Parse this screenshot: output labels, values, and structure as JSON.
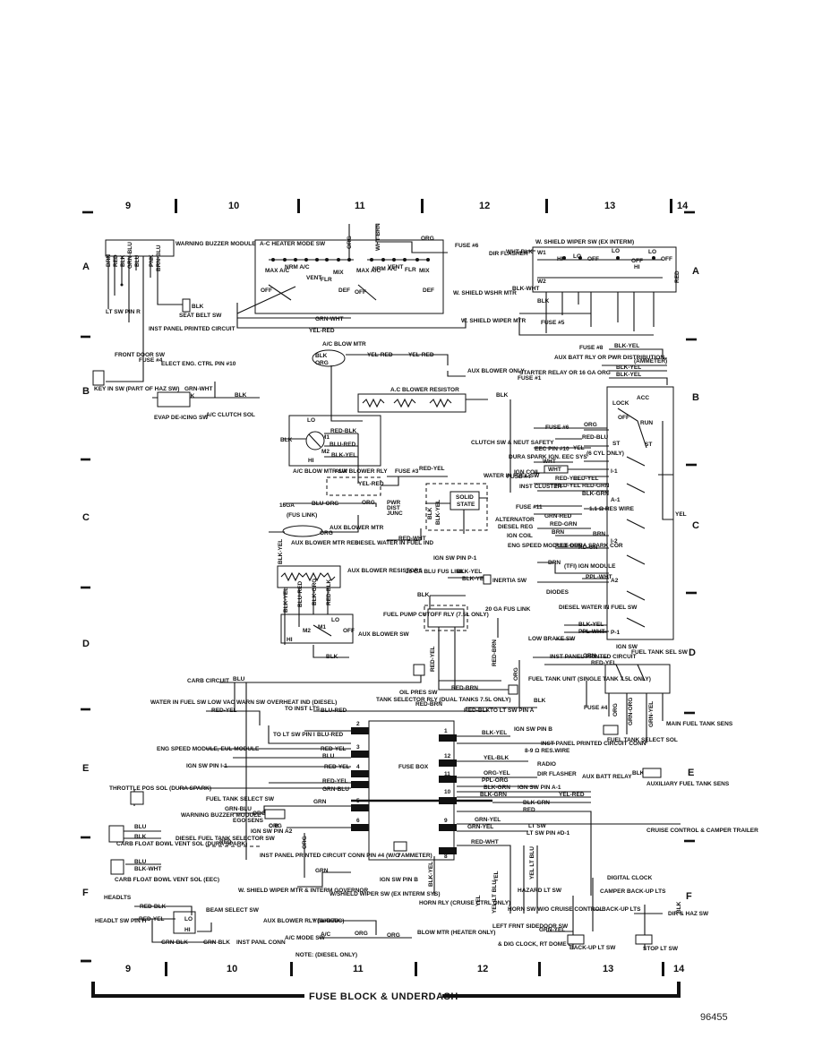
{
  "diagram": {
    "footer_title": "FUSE BLOCK & UNDERDASH",
    "figure_number": "96455",
    "note": "NOTE: (DIESEL ONLY)",
    "zones_top": [
      "9",
      "10",
      "11",
      "12",
      "13",
      "14"
    ],
    "zones_bottom": [
      "9",
      "10",
      "11",
      "12",
      "13",
      "14"
    ],
    "rows_left": [
      "A",
      "B",
      "C",
      "D",
      "E",
      "F"
    ],
    "rows_right": [
      "A",
      "B",
      "C",
      "D",
      "E",
      "F"
    ],
    "labels": {
      "warning_buzzer": "WARNING BUZZER MODULE",
      "ac_heater_mode": "A-C HEATER MODE SW",
      "wht_brn": "WHT-BRN",
      "org": "ORG",
      "fuse6": "FUSE #6",
      "wiper_sw": "W. SHIELD WIPER SW   (EX INTERM)",
      "dir_flasher": "DIR FLASHER",
      "wht_blk": "WHT-BLK",
      "washer_mtr": "W. SHIELD WSHR MTR",
      "wiper_mtr": "W. SHIELD WIPER MTR",
      "fuse5": "FUSE #5",
      "max_ac": "MAX A/C",
      "vent": "VENT",
      "flr": "FLR",
      "mix": "MIX",
      "def": "DEF",
      "off": "OFF",
      "nrm_ac": "NRM A/C",
      "grn_wht": "GRN-WHT",
      "yel_red": "YEL-RED",
      "lt_sw_pin_r": "LT SW PIN R",
      "seat_belt_sw": "SEAT BELT SW",
      "inst_panel_circuit": "INST PANEL PRINTED CIRCUIT",
      "front_door_sw": "FRONT DOOR SW",
      "key_in_sw": "KEY IN SW (PART OF HAZ SW)",
      "fuse4": "FUSE #4",
      "elect_eng_ctrl": "ELECT ENG. CTRL PIN #10",
      "blk": "BLK",
      "evap_deicing": "EVAP DE-ICING SW",
      "ac_clutch_sol": "A/C CLUTCH SOL",
      "ac_blow_mtr": "A/C BLOW MTR",
      "aux_blower_only": "AUX BLOWER ONLY",
      "ac_blower_resistor": "A.C BLOWER RESISTOR",
      "fuse8": "FUSE #8",
      "blk_yel": "BLK-YEL",
      "aux_batt_rly": "AUX BATT RLY OR PWR DISTRIBUTION",
      "ammeter": "(AMMETER)",
      "starter_relay": "STARTER RELAY OR 16 GA ORG",
      "fuse1": "FUSE #1",
      "lock": "LOCK",
      "acc": "ACC",
      "run": "RUN",
      "st": "ST",
      "red_blk": "RED-BLK",
      "blu_red": "BLU-RED",
      "blk_yel2": "BLK-YEL",
      "ac_blow_mtr_sw": "A/C BLOW MTR SW",
      "aux_blower_rly": "AUX BLOWER RLY",
      "fuse3": "FUSE #3",
      "red_yel": "RED-YEL",
      "clutch_sw": "CLUTCH SW & NEUT SAFETY",
      "eec_pin": "EEC PIN #10",
      "dura_spark": "DURA SPARK IGN. EEC SYS",
      "ign_coil": "IGN COIL",
      "six_cyl_only": "(6 CYL ONLY)",
      "water_fuel_sw": "WATER IN FUEL SW",
      "inst_cluster": "INST CLUSTER",
      "solid_state": "SOLID STATE",
      "fuse11": "FUSE #11",
      "res_wire": "1.1 Ω RES WIRE",
      "fus_link": "(FUS LINK)",
      "pwr_dist_junc": "PWR DIST JUNC",
      "aux_blower_mtr": "AUX BLOWER MTR",
      "alternator": "ALTERNATOR",
      "diesel_reg": "DIESEL REG",
      "red_grn": "RED-GRN",
      "brn": "BRN",
      "aux_blower_mtr_res": "AUX BLOWER MTR RES",
      "diesel_water_ind": "DIESEL WATER IN FUEL IND",
      "red_wht": "RED-WHT",
      "eng_speed_module": "ENG SPEED MODULE DURA SPARK COR",
      "ign_sw_pin_p1": "IGN SW PIN P-1",
      "tfi_ign_module": "(TFI) IGN MODULE",
      "aux_blower_resistors": "AUX BLOWER RESISTORS",
      "ga20_fus_link": "20 GA BLU FUS LINK",
      "inertia_sw": "INERTIA SW",
      "diodes": "DIODES",
      "ppl_wht": "PPL-WHT",
      "fuel_pump_relay": "FUEL PUMP CUTOFF RLY (7.5L ONLY)",
      "ga20_fus_link2": "20 GA FUS LINK",
      "diesel_water_fuel_sw": "DIESEL WATER IN FUEL SW",
      "low_brake_sw": "LOW BRAKE SW",
      "aux_blower_sw": "AUX BLOWER SW",
      "ign_sw": "IGN SW",
      "fuel_tank_sel_sw": "FUEL TANK SEL SW",
      "inst_panel_circuit2": "INST PANEL PRINTED CIRCUIT",
      "grn": "GRN",
      "red_yel2": "RED-YEL",
      "carb_circuit": "CARB CIRCUIT",
      "blu": "BLU",
      "oil_press_sw": "OIL PRES SW",
      "fuel_tank_unit": "FUEL TANK UNIT (SINGLE TANK 7.5L ONLY)",
      "water_fuel_low_vac": "WATER IN FUEL SW LOW VAC WARN SW OVERHEAT IND (DIESEL)",
      "tank_selector": "TANK SELECTOR RLY (DUAL TANKS 7.5L ONLY)",
      "red_brn": "RED-BRN",
      "to_inst_lts": "TO INST LTS",
      "red_blk2": "RED-BLK",
      "to_lt_sw_pin_a": "TO LT SW PIN A",
      "to_lt_sw_pin_i": "TO LT SW PIN I",
      "ign_sw_pin_b": "IGN SW PIN B",
      "main_fuel_tank_sens": "MAIN FUEL TANK SENS",
      "fuel_tank_select_sol": "FUEL TANK SELECT SOL",
      "inst_panel_conn": "INST PANEL PRINTED CIRCUIT CONN",
      "res_wire_89": "8-9 Ω RES.WIRE",
      "yel_blk": "YEL-BLK",
      "radio": "RADIO",
      "eng_speed_module2": "ENG SPEED MODULE, EUL MODULE",
      "ign_sw_pin_i1": "IGN SW PIN I-1",
      "fuse_box": "FUSE BOX",
      "org_yel": "ORG-YEL",
      "ppl_org": "PPL-ORG",
      "dir_flasher2": "DIR FLASHER",
      "aux_batt_relay": "AUX BATT RELAY",
      "ign_sw_pin_a1": "IGN SW PIN A-1",
      "aux_fuel_tank_sens": "AUXILIARY FUEL TANK SENS",
      "throttle_pos_sol": "THROTTLE POS SOL (DURA SPARK)",
      "fuel_tank_select_sw": "FUEL TANK SELECT SW",
      "warning_buzzer2": "WARNING BUZZER MODULE",
      "ego_sens": "EGO SENS",
      "carb_float_bowl": "CARB FLOAT BOWL VENT SOL (DURA SPARK)",
      "diesel_fuel_tank_selector": "DIESEL FUEL TANK SELECTOR SW",
      "ign_sw_pin_a2": "IGN SW PIN A2",
      "inst_panel_conn2": "INST PANEL PRINTED CIRCUIT CONN PIN #4 (W/O AMMETER)",
      "lt_sw_pin_d1": "LT SW PIN #D-1",
      "grn_yel": "GRN-YEL",
      "cruise_control": "CRUISE CONTROL & CAMPER TRAILER",
      "carb_fuel_bowl_vent": "CARB FLOAT BOWL VENT SOL (EEC)",
      "headlts": "HEADLTS",
      "headlt_sw_pin": "HEADLT SW PIN H",
      "beam_select_sw": "BEAM SELECT SW",
      "ws_wiper_mtr_interm": "W. SHIELD WIPER MTR & INTERM GOVERNOR",
      "ws_wiper_sw": "W/SHIELD WIPER SW (EX INTERM SYS)",
      "ign_sw_pin_b2": "IGN SW PIN B",
      "horn_rly": "HORN RLY (CRUISE CTRL ONLY)",
      "hazard_lt_sw": "HAZARD LT SW",
      "digital_clock": "DIGITAL CLOCK",
      "camper_backup": "CAMPER BACK-UP LTS",
      "back_up_lts": "BACK-UP LTS",
      "dir_haz_sw": "DIR & HAZ SW",
      "aux_blower_rly2": "AUX BLOWER RLY (W/O A/C)",
      "ac_mode_sw": "A/C MODE SW",
      "blow_mtr_heater": "BLOW MTR (HEATER ONLY)",
      "horn_sw": "HORN SW W/O CRUISE CONTROL",
      "left_frnt_door": "LEFT FRNT SIDEDOOR SW",
      "dig_clock_dome": "& DIG CLOCK, RT DOME LT",
      "back_up_lt_sw": "BACK-UP LT SW",
      "stop_lt_sw": "STOP LT SW",
      "inst_panel_conn3": "INST PANL CONN",
      "grn_blk": "GRN-BLK",
      "lo": "LO",
      "hi": "HI",
      "m1": "M1",
      "m2": "M2"
    }
  }
}
